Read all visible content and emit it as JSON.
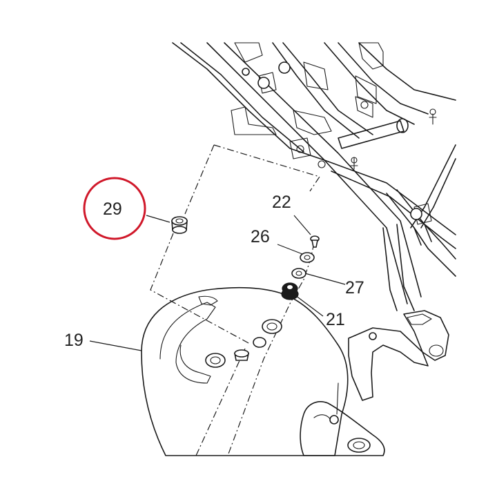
{
  "diagram": {
    "highlight_color": "#d0182a",
    "line_color": "#1a1a1a",
    "callouts": {
      "c29": "29",
      "c22": "22",
      "c26": "26",
      "c27": "27",
      "c21": "21",
      "c19": "19"
    }
  }
}
